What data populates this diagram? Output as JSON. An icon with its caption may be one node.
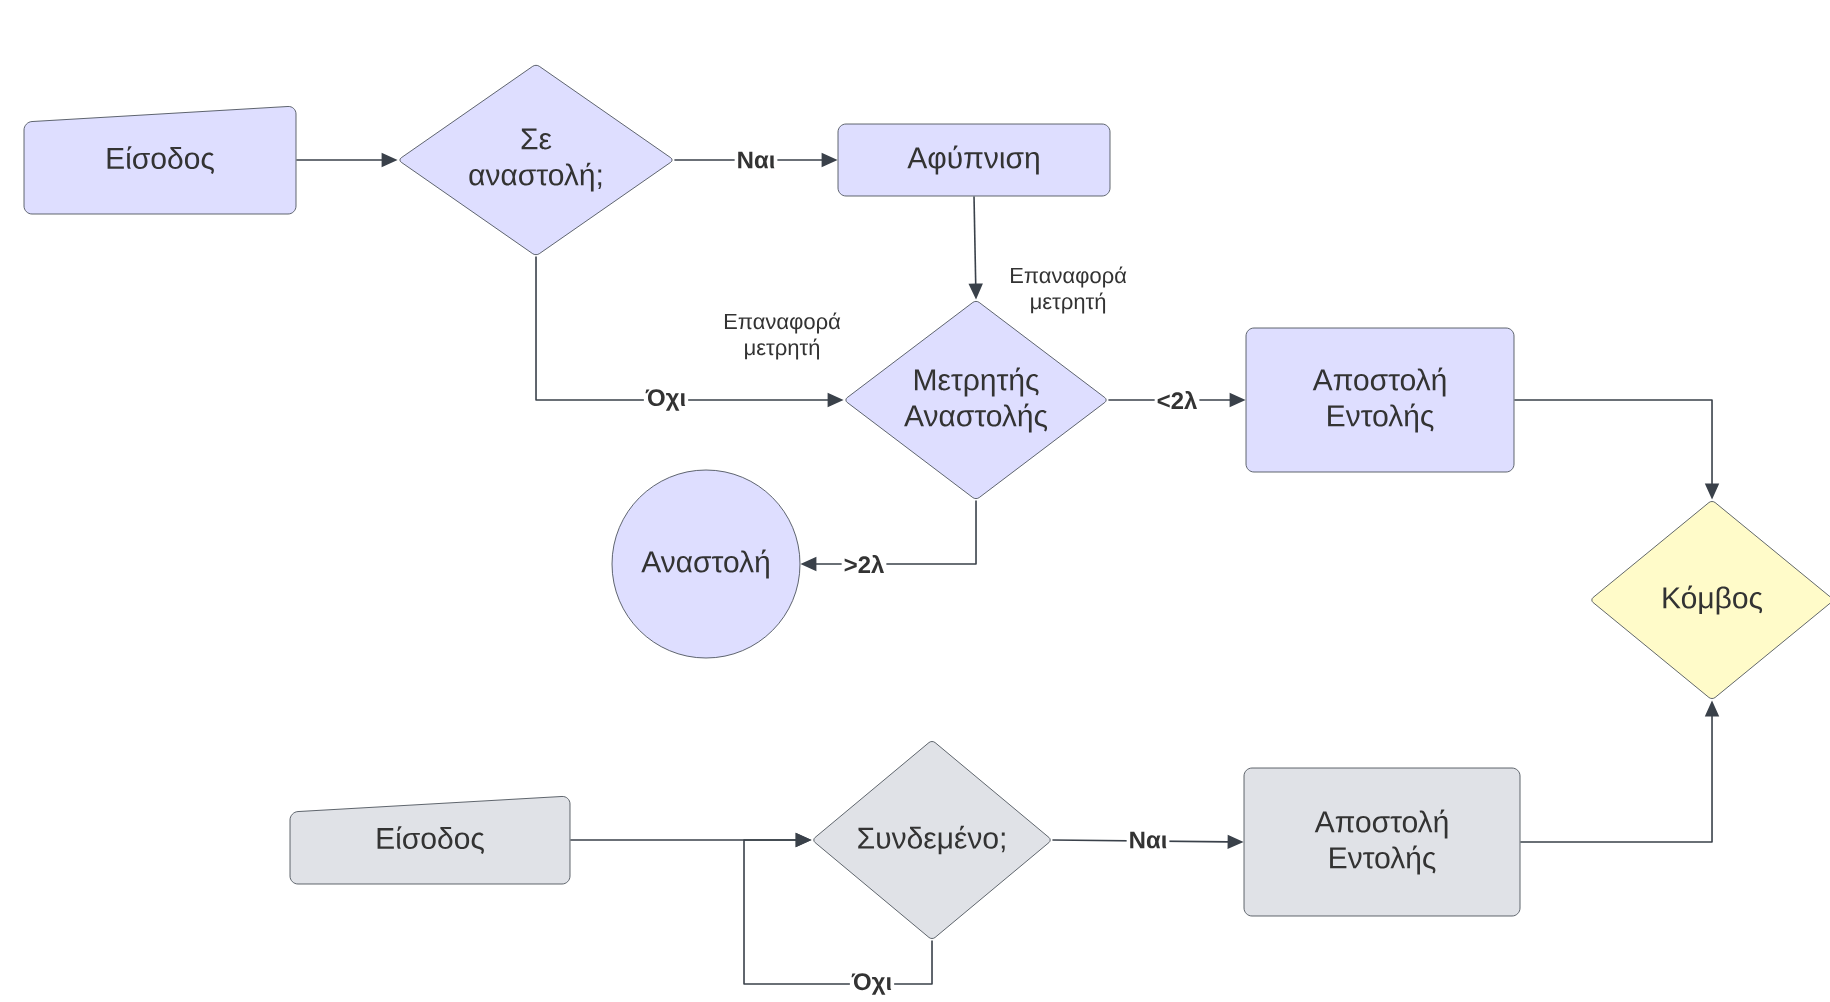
{
  "diagram": {
    "nodes": [
      {
        "text": [
          "Είσοδος"
        ]
      },
      {
        "text": [
          "Σε αναστολή;"
        ]
      },
      {
        "text": [
          "Αφύπνιση"
        ]
      },
      {
        "text": [
          "Μετρητής Αναστολής"
        ]
      },
      {
        "text": [
          "Αποστολή Εντολής"
        ]
      },
      {
        "text": [
          "Αναστολή"
        ]
      },
      {
        "text": [
          "Κόμβος"
        ]
      },
      {
        "text": [
          "Είσοδος"
        ]
      },
      {
        "text": [
          "Συνδεμένο;"
        ]
      },
      {
        "text": [
          "Αποστολή Εντολής"
        ]
      }
    ],
    "edges": [
      {
        "from": 0,
        "to": 1,
        "arrow": "to"
      },
      {
        "from": 1,
        "to": 2,
        "arrow": "to",
        "label": "Ναι"
      },
      {
        "from": 2,
        "to": 3,
        "arrow": "to",
        "label": "Επαναφορά μετρητή"
      },
      {
        "from": 1,
        "to": 3,
        "arrow": "to",
        "label": "Όχι"
      },
      {
        "from": 3,
        "to": 4,
        "arrow": "to",
        "label": "<2λ"
      },
      {
        "from": 3,
        "to": 5,
        "arrow": "to",
        "label": ">2λ"
      },
      {
        "from": 4,
        "to": 6,
        "arrow": "to"
      },
      {
        "from": 7,
        "to": 8,
        "arrow": "to"
      },
      {
        "from": 8,
        "to": 8,
        "arrow": "to",
        "label": "Όχι"
      },
      {
        "from": 8,
        "to": 9,
        "arrow": "to",
        "label": "Ναι"
      },
      {
        "from": 9,
        "to": 6,
        "arrow": "to"
      }
    ],
    "labels": [
      "Επαναφορά μετρητή"
    ]
  }
}
